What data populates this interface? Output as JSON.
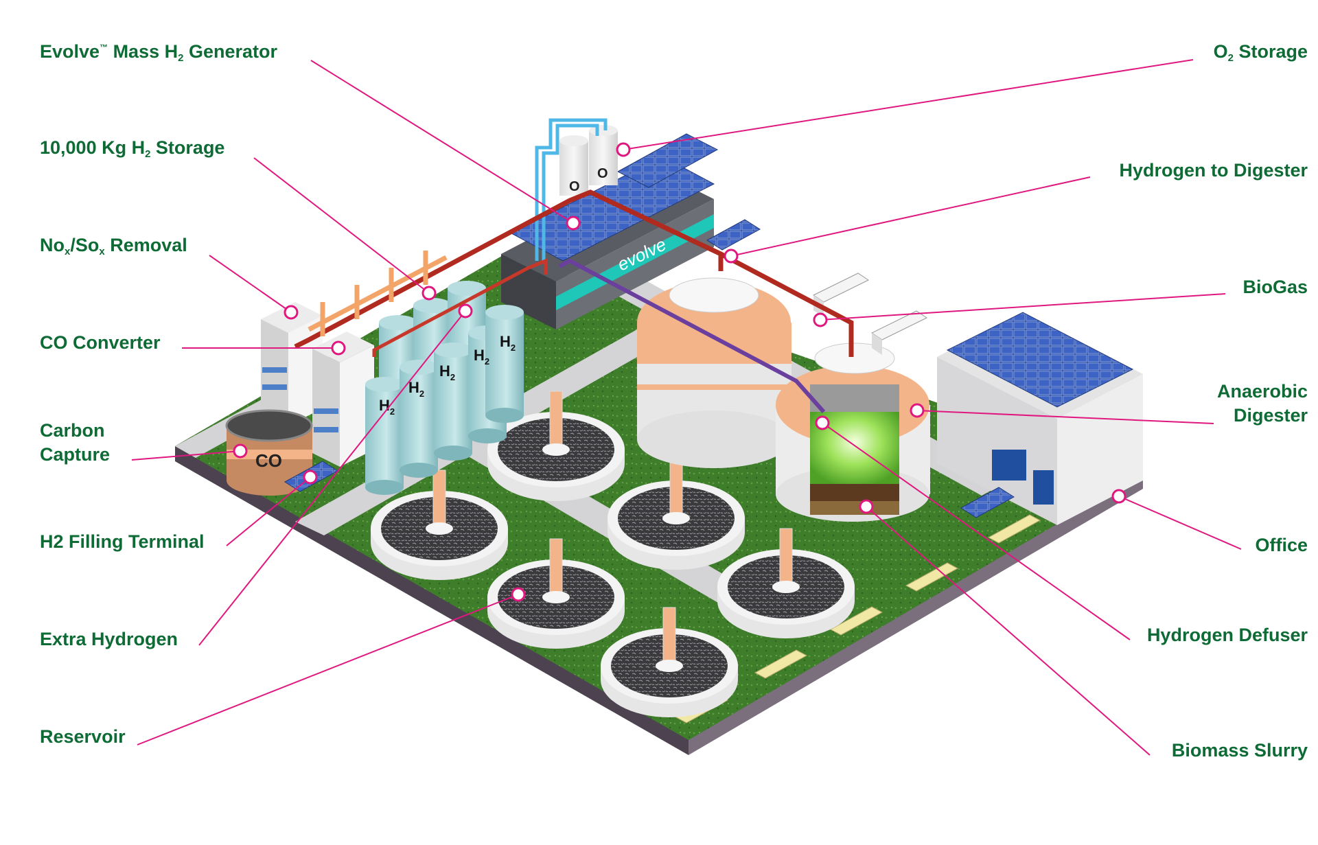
{
  "colors": {
    "label": "#0e6b35",
    "leader": "#e0177f",
    "grass": "#3e7d2a",
    "road": "#d4d4d6",
    "ground_side": "#6b5e6e",
    "hydrogen_pipe": "#b02a1f",
    "oxygen_pipe": "#4fb8e6",
    "biogas_pipe": "#6a3f9e",
    "digester_orange": "#f3b489",
    "slurry_green": "#7fd13b",
    "solar": "#2f4fa5"
  },
  "labels": {
    "evolve_generator": {
      "pre": "Evolve",
      "tm": "™",
      "mid": " Mass H",
      "sub": "2",
      "post": " Generator"
    },
    "h2_storage": {
      "pre": "10,000 Kg H",
      "sub": "2",
      "post": " Storage"
    },
    "nox_sox": {
      "a": "No",
      "asub": "x",
      "b": "/So",
      "bsub": "x",
      "c": " Removal"
    },
    "co_converter": "CO Converter",
    "carbon_capture_1": "Carbon",
    "carbon_capture_2": "Capture",
    "h2_filling": "H2 Filling Terminal",
    "extra_hydrogen": "Extra Hydrogen",
    "reservoir": "Reservoir",
    "o2_storage": {
      "pre": "O",
      "sub": "2",
      "post": " Storage"
    },
    "hydrogen_to_digester": "Hydrogen to Digester",
    "biogas": "BioGas",
    "anaerobic_1": "Anaerobic",
    "anaerobic_2": "Digester",
    "office": "Office",
    "hydrogen_defuser": "Hydrogen Defuser",
    "biomass_slurry": "Biomass Slurry"
  },
  "tank_text": {
    "h": "H",
    "h2": "H",
    "two": "2",
    "o": "O",
    "co2": "CO",
    "brand": "evolve"
  }
}
